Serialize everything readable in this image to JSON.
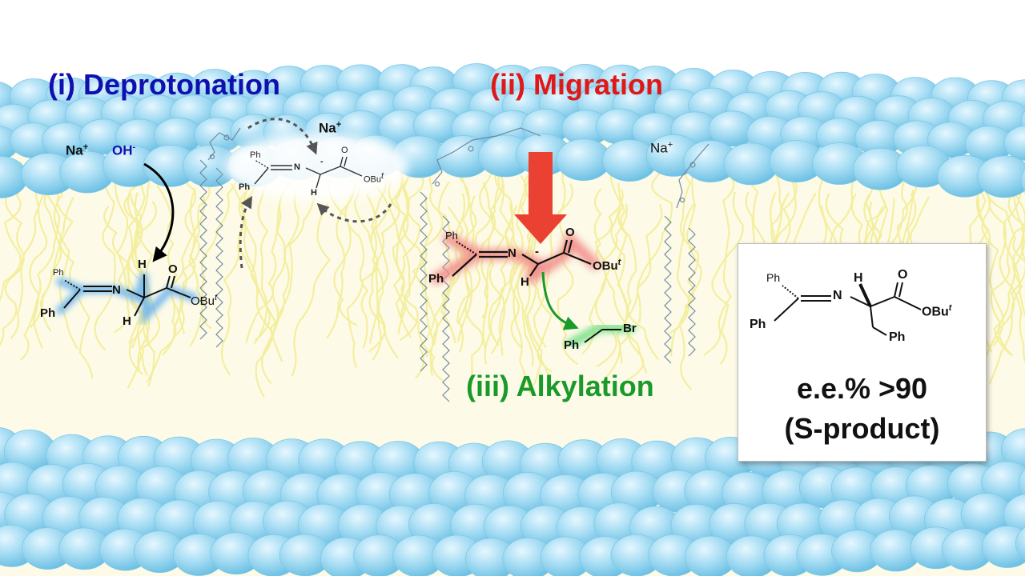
{
  "steps": {
    "deprotonation": "(i) Deprotonation",
    "migration": "(ii) Migration",
    "alkylation": "(iii) Alkylation"
  },
  "ions": {
    "sodium": "Na",
    "sodium_charge": "+",
    "hydroxide": "OH",
    "hydroxide_charge": "-"
  },
  "molecule": {
    "ph": "Ph",
    "n": "N",
    "h": "H",
    "obu": "OBu",
    "t_sup": "t",
    "o": "O",
    "carbanion_charge": "-",
    "br": "Br"
  },
  "product": {
    "ee_text": "e.e.% >90",
    "label": "(S-product)"
  },
  "colors": {
    "deprotonation": "#1010b0",
    "migration": "#e01818",
    "alkylation": "#1a9a2a",
    "membrane_head": "#a6dcf2",
    "lipid_tail": "#f5f0a8"
  }
}
